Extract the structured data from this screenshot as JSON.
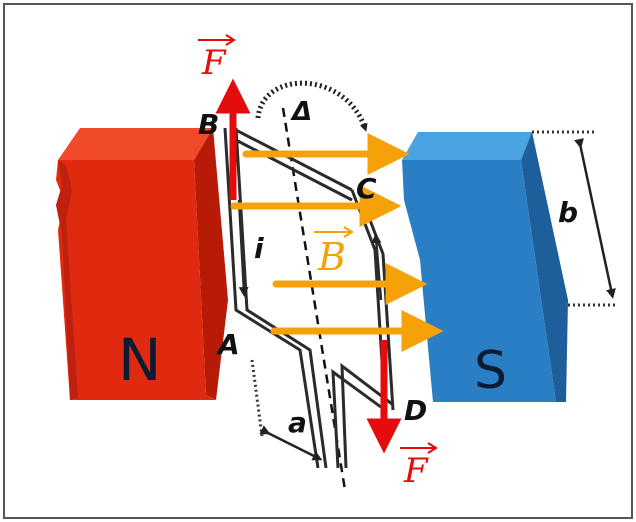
{
  "diagram": {
    "magnet_north_label": "N",
    "magnet_south_label": "S",
    "force_label_top": "F",
    "force_label_bottom": "F",
    "field_label": "B",
    "current_label": "i",
    "axis_label": "Δ",
    "dimension_a": "a",
    "dimension_b": "b",
    "corner_a": "A",
    "corner_b": "B",
    "corner_c": "C",
    "corner_d": "D"
  },
  "colors": {
    "north_magnet": "#e02a10",
    "south_magnet": "#2a7fc4",
    "field_arrows": "#f5a20a",
    "force_arrows": "#e40c0c",
    "wire": "#2b2b2b"
  }
}
